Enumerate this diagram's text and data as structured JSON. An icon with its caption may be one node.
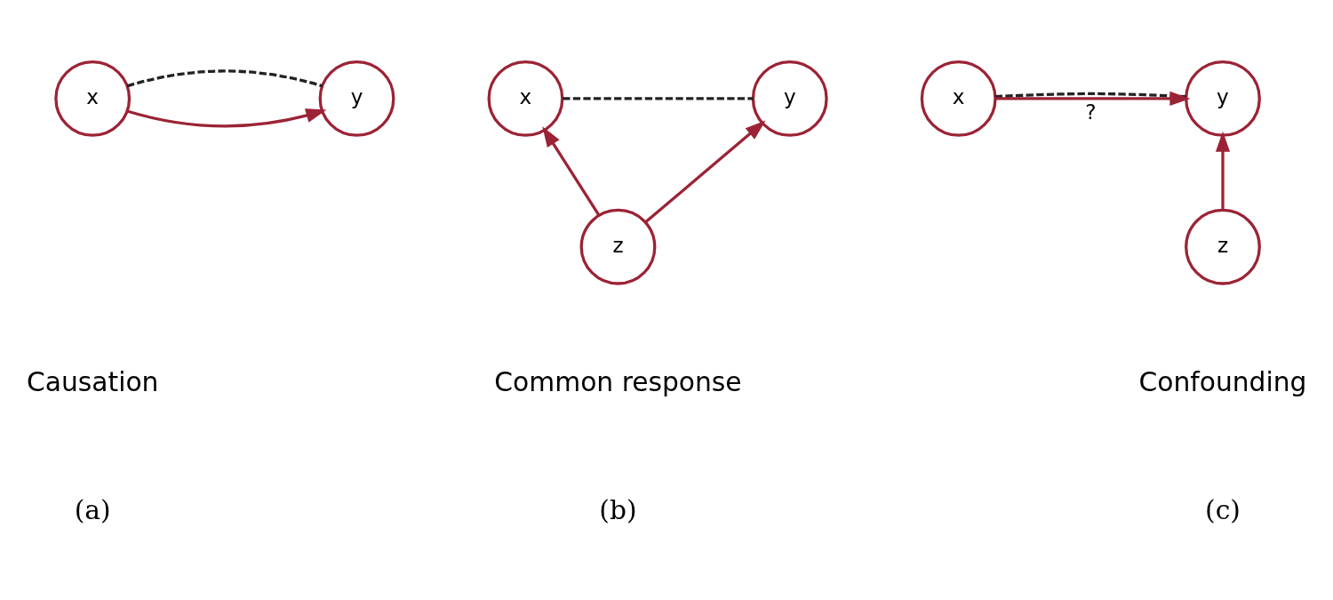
{
  "diagram": {
    "nodes": [
      {
        "text": [
          "x"
        ]
      },
      {
        "text": [
          "y"
        ]
      },
      {
        "text": [
          "x"
        ]
      },
      {
        "text": [
          "y"
        ]
      },
      {
        "text": [
          "z"
        ]
      },
      {
        "text": [
          "x"
        ]
      },
      {
        "text": [
          "y"
        ]
      },
      {
        "text": [
          "z"
        ]
      }
    ],
    "edges": [
      {
        "from": 0,
        "to": 1,
        "arrow": "none",
        "style": "dashed",
        "color": "#222222"
      },
      {
        "from": 0,
        "to": 1,
        "arrow": "to"
      },
      {
        "from": 2,
        "to": 3,
        "arrow": "none",
        "style": "dashed",
        "color": "#222222"
      },
      {
        "from": 4,
        "to": 2,
        "arrow": "to"
      },
      {
        "from": 4,
        "to": 3,
        "arrow": "to"
      },
      {
        "from": 5,
        "to": 6,
        "arrow": "none",
        "style": "dashed",
        "color": "#222222"
      },
      {
        "from": 5,
        "to": 6,
        "arrow": "to",
        "label": "?"
      },
      {
        "from": 7,
        "to": 6,
        "arrow": "to"
      }
    ],
    "labels": [
      "Causation",
      "(a)",
      "Common response",
      "(b)",
      "Confounding",
      "(c)"
    ]
  }
}
